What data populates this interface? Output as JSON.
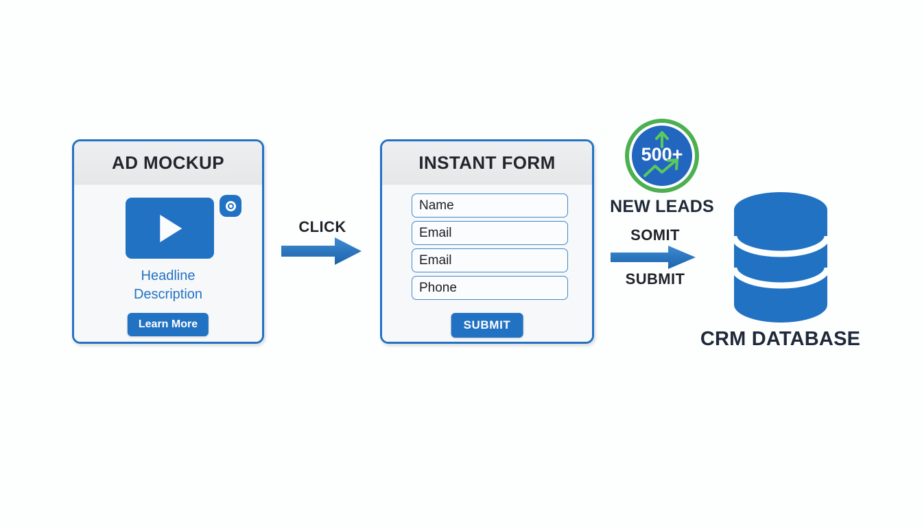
{
  "page": {
    "background_color": "#fdfefe",
    "accent_blue": "#2272c4",
    "accent_green": "#4caf50",
    "title_color": "#1f2937"
  },
  "ad_card": {
    "title": "AD MOCKUP",
    "video_icon": "play-icon",
    "eye_badge_icon": "eye-icon",
    "headline": "Headline",
    "description": "Description",
    "cta_label": "Learn More"
  },
  "click_arrow": {
    "label": "CLICK",
    "icon": "right-arrow-icon",
    "color": "#2272c4"
  },
  "form_card": {
    "title": "INSTANT FORM",
    "fields": [
      {
        "name": "name-field",
        "placeholder": "Name",
        "value": ""
      },
      {
        "name": "email-field-1",
        "placeholder": "Email",
        "value": ""
      },
      {
        "name": "email-field-2",
        "placeholder": "Email",
        "value": ""
      },
      {
        "name": "phone-field",
        "placeholder": "Phone",
        "value": ""
      }
    ],
    "submit_label": "SUBMIT"
  },
  "submit_arrow": {
    "label_top": "SOMIT",
    "label_bottom": "SUBMIT",
    "icon": "right-arrow-icon",
    "color": "#2272c4"
  },
  "leads_badge": {
    "count": "500+",
    "label": "NEW LEADS",
    "ring_color": "#4caf50",
    "fill_color": "#2266c0",
    "up_arrow_icon": "arrow-up-icon",
    "trend_icon": "trending-up-icon"
  },
  "database": {
    "label": "CRM DATABASE",
    "icon": "database-cylinder-icon",
    "color": "#2272c4",
    "layers": 3
  }
}
